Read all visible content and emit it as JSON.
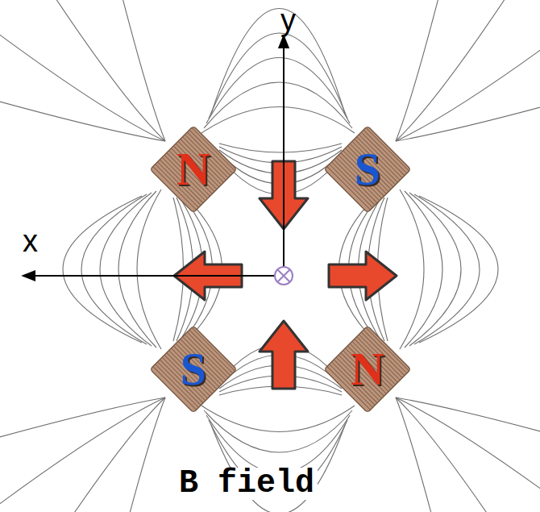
{
  "diagram": {
    "nodes": [
      {
        "text": [
          "N"
        ]
      },
      {
        "text": [
          "S"
        ]
      },
      {
        "text": [
          "S"
        ]
      },
      {
        "text": [
          "N"
        ]
      }
    ],
    "labels": [
      "y",
      "x",
      "B field"
    ]
  }
}
